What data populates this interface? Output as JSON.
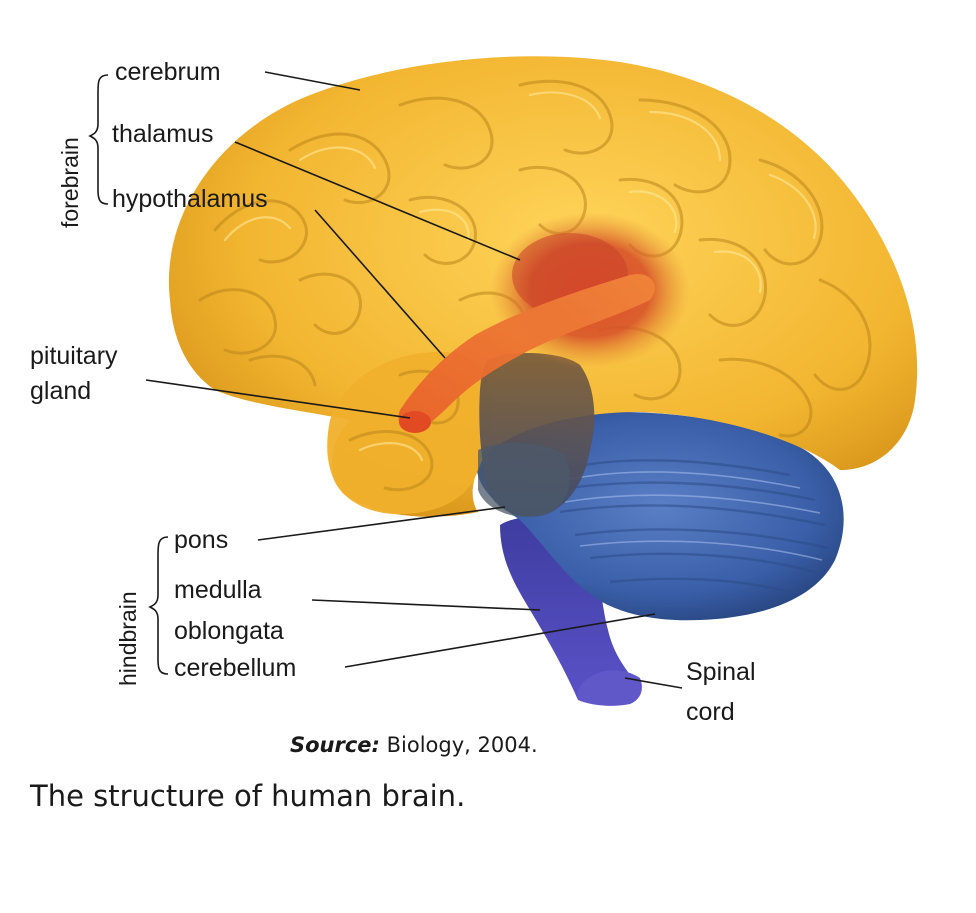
{
  "labels": {
    "cerebrum": "cerebrum",
    "thalamus": "thalamus",
    "hypothalamus": "hypothalamus",
    "pituitary_line1": "pituitary",
    "pituitary_line2": "gland",
    "pons": "pons",
    "medulla_line1": "medulla",
    "medulla_line2": "oblongata",
    "cerebellum": "cerebellum",
    "spinal_line1": "Spinal",
    "spinal_line2": "cord"
  },
  "groups": {
    "forebrain": "forebrain",
    "hindbrain": "hindbrain"
  },
  "source": {
    "prefix": "Source:",
    "text": " Biology, 2004."
  },
  "caption": "The structure of human  brain.",
  "colors": {
    "cerebrum": "#f2b530",
    "thalamus": "#d8522a",
    "hypothalamus": "#e8702c",
    "pons": "#5c5a6e",
    "cerebellum": "#3a5fa8",
    "brainstem": "#4c46b4"
  }
}
